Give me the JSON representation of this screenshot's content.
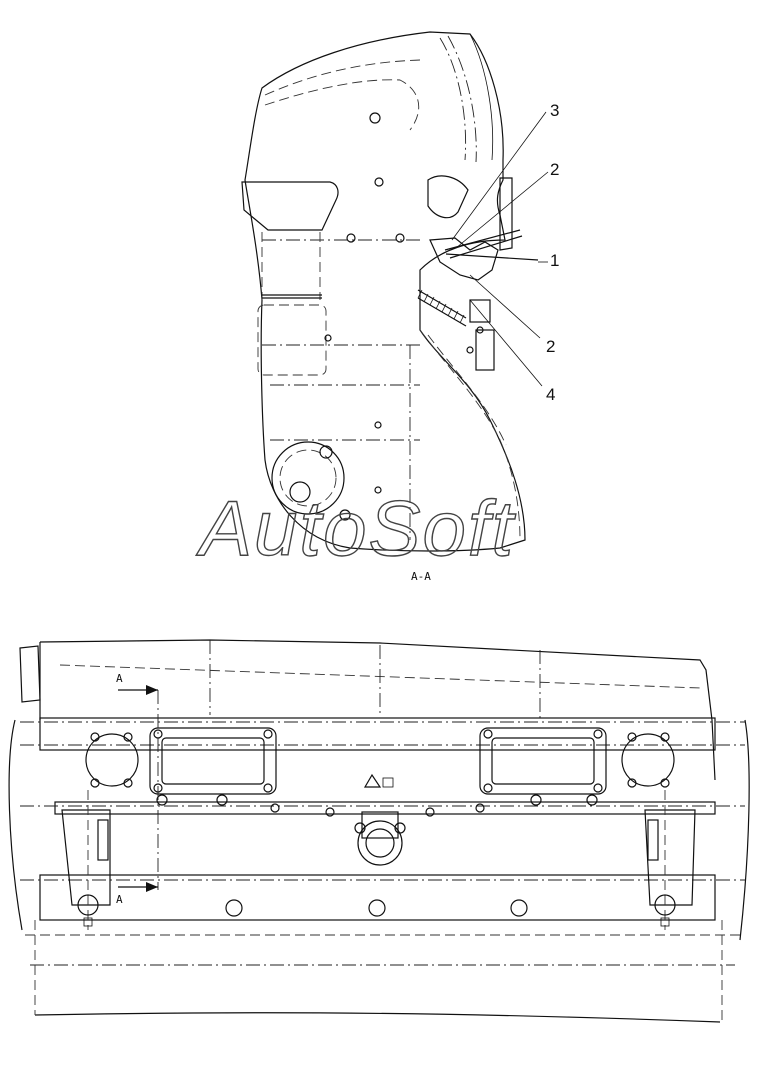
{
  "section_view": {
    "caption": "A-A",
    "callouts": [
      {
        "id": "c3",
        "label": "3"
      },
      {
        "id": "c2a",
        "label": "2"
      },
      {
        "id": "c1",
        "label": "1"
      },
      {
        "id": "c2b",
        "label": "2"
      },
      {
        "id": "c4",
        "label": "4"
      }
    ]
  },
  "front_view": {
    "section_marker_top": "A",
    "section_marker_bottom": "A"
  },
  "watermark": "AutoSoft"
}
